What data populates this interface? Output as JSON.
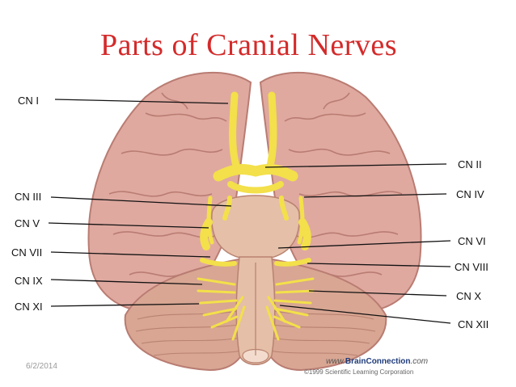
{
  "title": "Parts of Cranial Nerves",
  "labels": {
    "cn1": "CN I",
    "cn2": "CN II",
    "cn3": "CN III",
    "cn4": "CN IV",
    "cn5": "CN V",
    "cn6": "CN VI",
    "cn7": "CN VII",
    "cn8": "CN VIII",
    "cn9": "CN IX",
    "cn10": "CN X",
    "cn11": "CN XI",
    "cn12": "CN XII"
  },
  "footer": {
    "date": "6/2/2014",
    "credit_prefix": "www.",
    "credit_brand": "BrainConnection",
    "credit_suffix": ".com",
    "copyright": "©1999 Scientific Learning Corporation"
  },
  "colors": {
    "title": "#d42a2a",
    "brain": "#dfa9a0",
    "brain_shadow": "#b97c72",
    "nerve": "#f3e04a",
    "brainstem": "#e5bfa8",
    "cerebellum": "#d8a693"
  }
}
